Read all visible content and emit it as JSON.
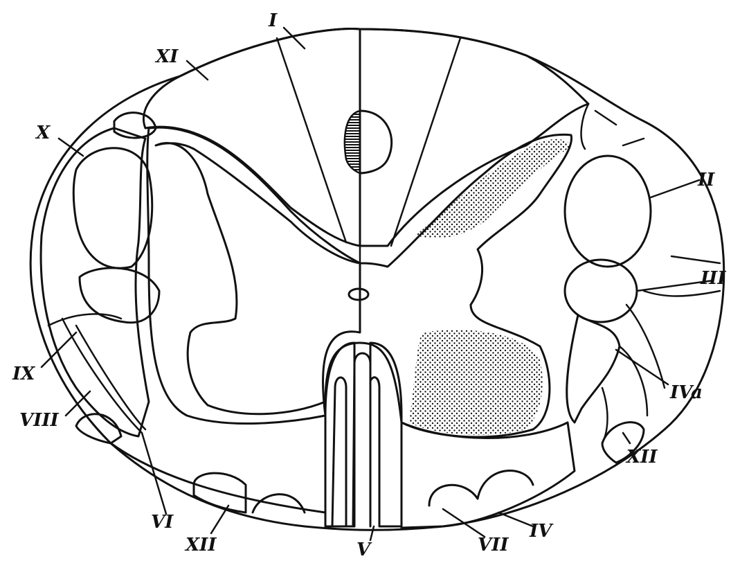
{
  "figure": {
    "labels": {
      "I": "I",
      "II": "II",
      "III": "III",
      "IV": "IV",
      "IVa": "IVa",
      "V": "V",
      "VI": "VI",
      "VII": "VII",
      "VIII": "VIII",
      "IX": "IX",
      "X": "X",
      "XI": "XI",
      "XII_left": "XII",
      "XII_right": "XII"
    }
  }
}
